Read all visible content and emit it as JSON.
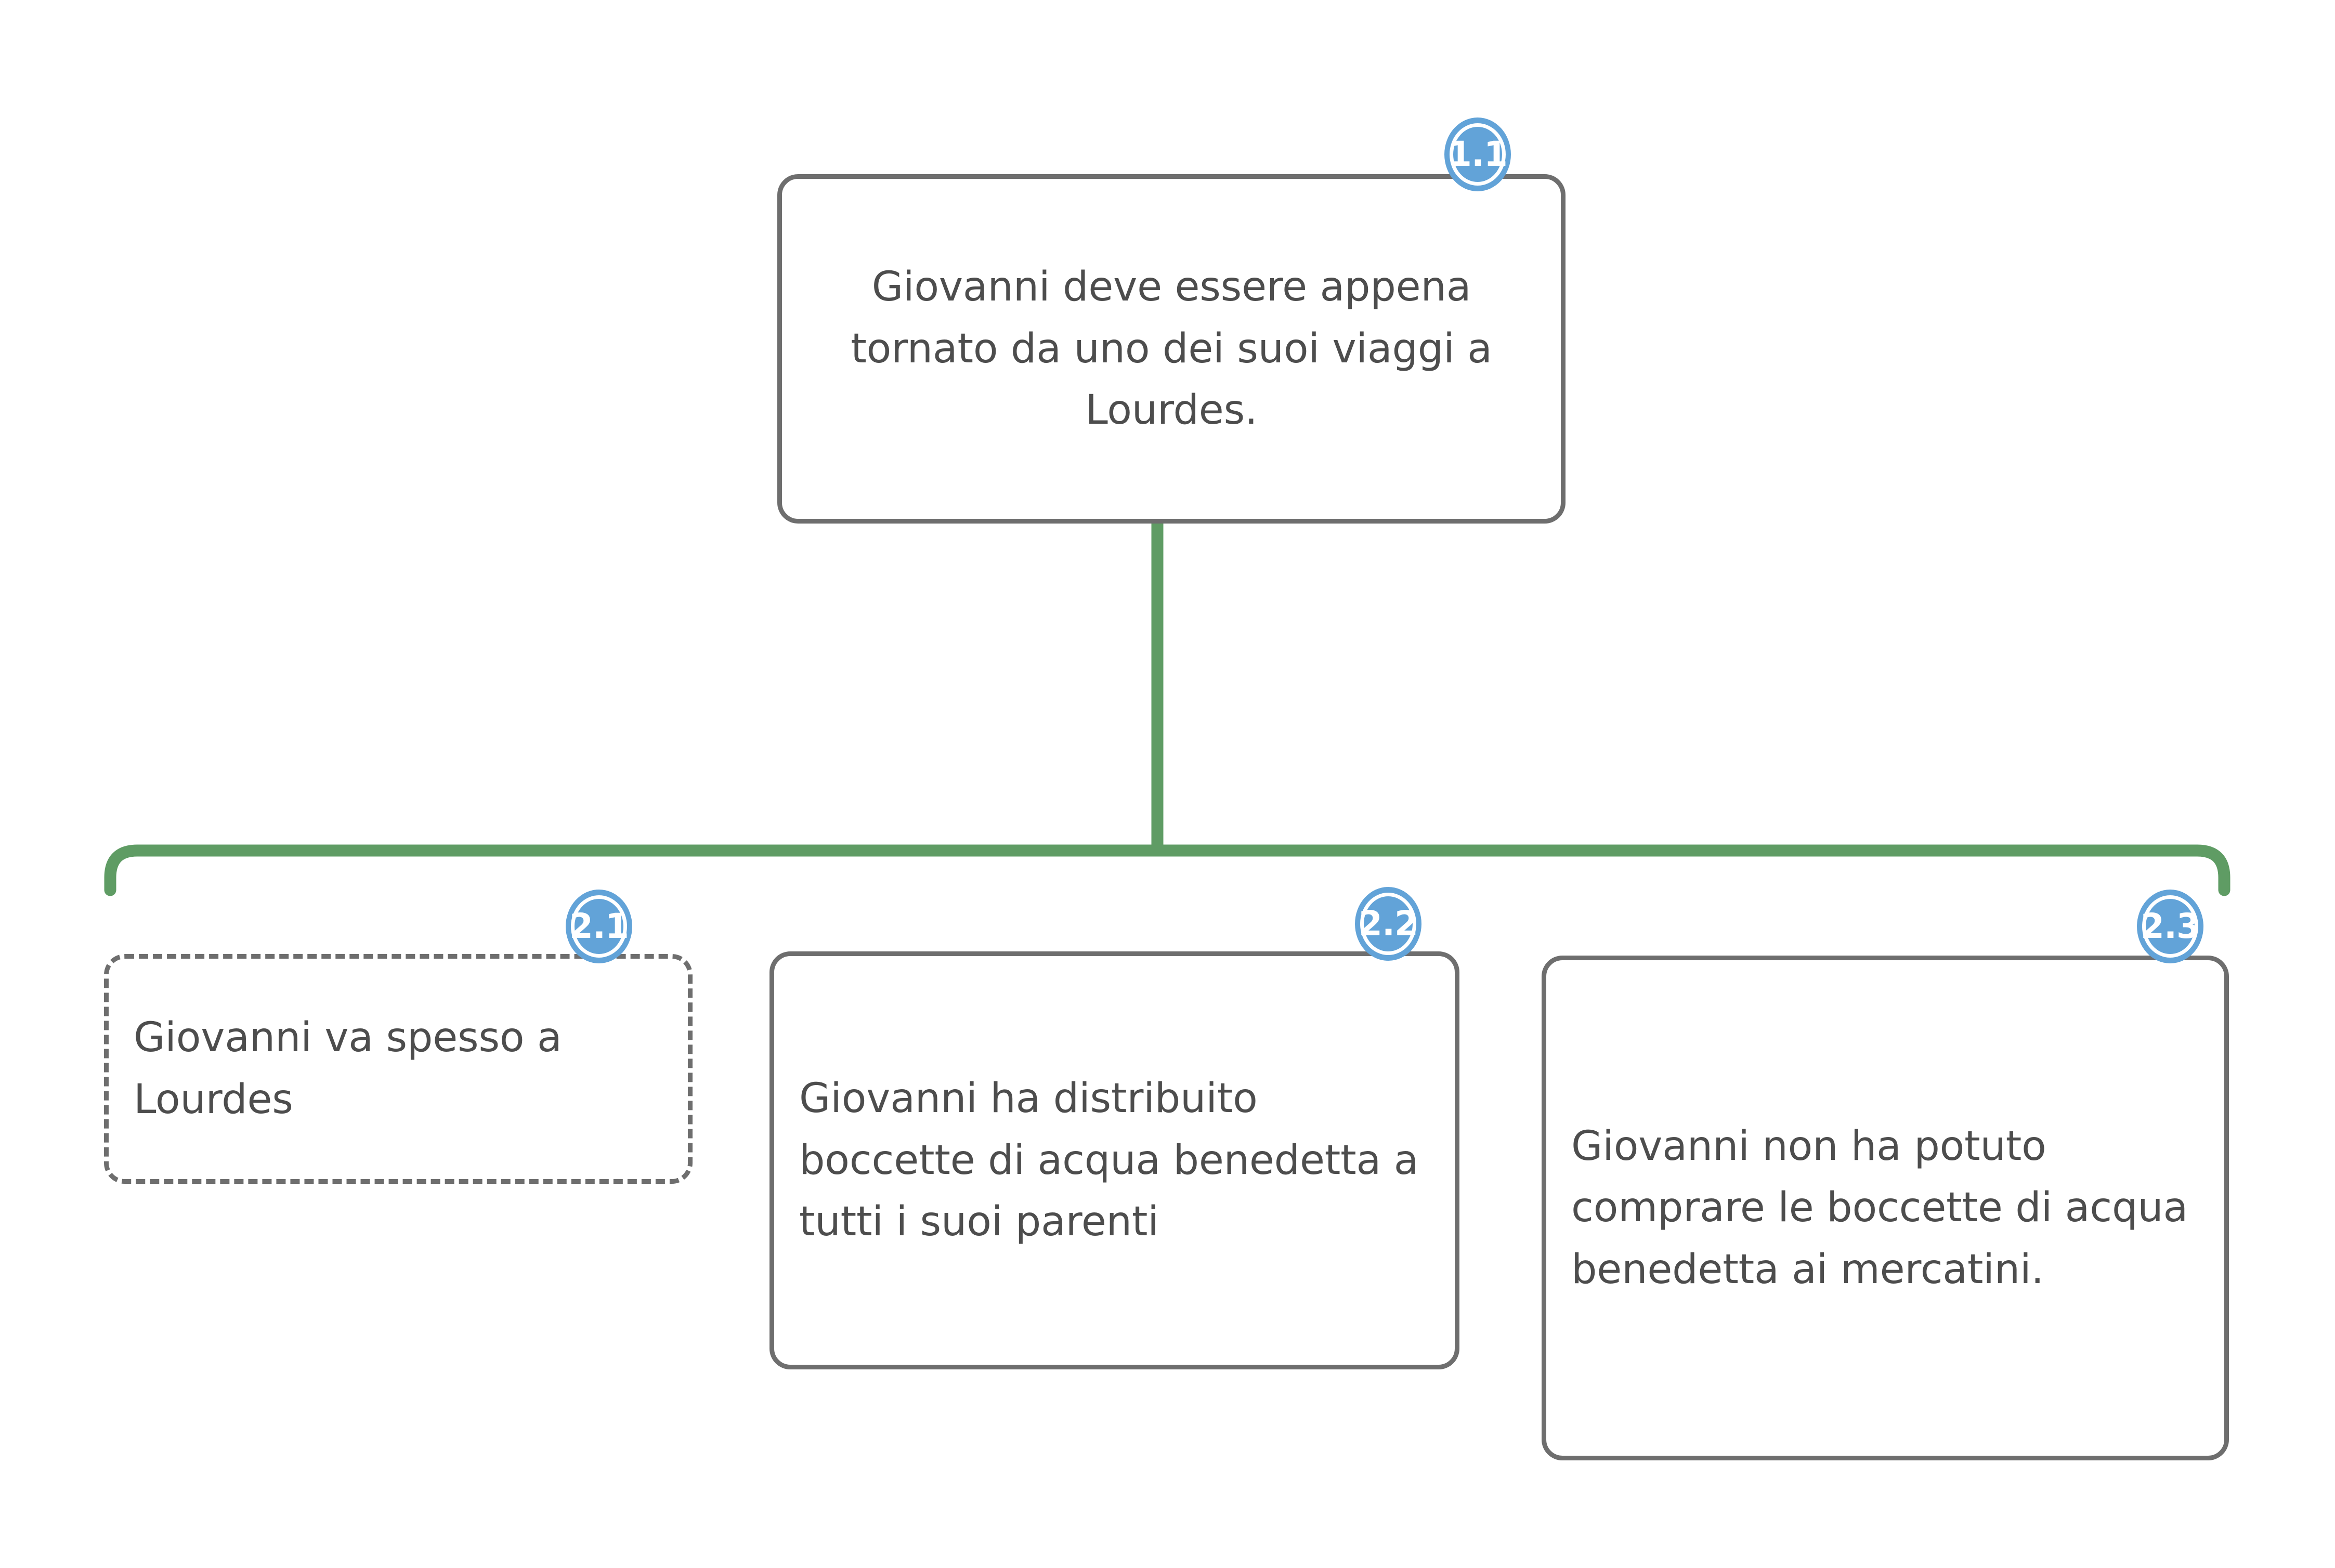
{
  "diagram": {
    "type": "argument-map",
    "language": "it",
    "background_color": "#ffffff",
    "colors": {
      "node_border": "#6e6e6e",
      "node_text": "#4d4d4d",
      "connector_green": "#5f9c64",
      "badge_blue": "#62a3d8",
      "badge_text": "#ffffff"
    },
    "nodes": [
      {
        "id": "1.1",
        "badge": "1.1",
        "text": "Giovanni deve essere appena tornato da uno dei suoi viaggi a Lourdes.",
        "lines": [
          "Giovanni deve essere",
          "appena tornato da uno",
          "dei suoi viaggi a Lourdes."
        ],
        "border_style": "solid",
        "text_align": "center",
        "level": 1
      },
      {
        "id": "2.1",
        "badge": "2.1",
        "text": "Giovanni va spesso a Lourdes",
        "lines": [
          "Giovanni va",
          "spesso a Lourdes"
        ],
        "border_style": "dashed",
        "text_align": "left",
        "level": 2
      },
      {
        "id": "2.2",
        "badge": "2.2",
        "text": "Giovanni ha distribuito boccette di acqua benedetta a tutti i suoi parenti",
        "lines": [
          "Giovanni ha",
          "distribuito boccette di",
          "acqua benedetta a",
          "tutti i suoi parenti"
        ],
        "border_style": "solid",
        "text_align": "left",
        "level": 2
      },
      {
        "id": "2.3",
        "badge": "2.3",
        "text": "Giovanni non ha potuto comprare le boccette di acqua benedetta ai mercatini.",
        "lines": [
          "Giovanni non ha",
          "potuto comprare le",
          "boccette di acqua",
          "benedetta ai",
          "mercatini."
        ],
        "border_style": "solid",
        "text_align": "left",
        "level": 2
      }
    ],
    "edges": [
      {
        "from": "1.1",
        "to": "2.1",
        "color": "#5f9c64",
        "style": "orthogonal"
      },
      {
        "from": "1.1",
        "to": "2.2",
        "color": "#5f9c64",
        "style": "orthogonal"
      },
      {
        "from": "1.1",
        "to": "2.3",
        "color": "#5f9c64",
        "style": "orthogonal"
      }
    ]
  }
}
